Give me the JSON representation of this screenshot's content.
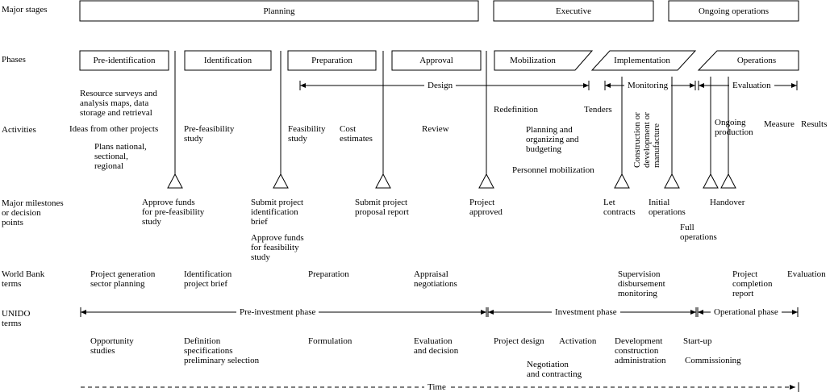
{
  "row_labels": {
    "major_stages": "Major stages",
    "phases": "Phases",
    "activities": "Activities",
    "milestones": "Major milestones\nor decision\npoints",
    "world_bank": "World Bank\nterms",
    "unido": "UNIDO\nterms"
  },
  "stages": {
    "planning": "Planning",
    "executive": "Executive",
    "ongoing": "Ongoing operations"
  },
  "phases": {
    "pre_identification": "Pre-identification",
    "identification": "Identification",
    "preparation": "Preparation",
    "approval": "Approval",
    "mobilization": "Mobilization",
    "implementation": "Implementation",
    "operations": "Operations"
  },
  "spans": {
    "design": "Design",
    "monitoring": "Monitoring",
    "evaluation": "Evaluation"
  },
  "activities": {
    "resource_surveys": "Resource surveys and\nanalysis maps, data\nstorage and retrieval",
    "ideas": "Ideas from other projects",
    "plans": "Plans national,\nsectional,\nregional",
    "prefeasibility": "Pre-feasibility\nstudy",
    "feasibility": "Feasibility\nstudy",
    "cost": "Cost\nestimates",
    "review": "Review",
    "redefinition": "Redefinition",
    "tenders": "Tenders",
    "planning_org": "Planning and\norganizing and\nbudgeting",
    "personnel": "Personnel mobilization",
    "construction": "Construction or\ndevelopment or\nmanufacture",
    "ongoing_production": "Ongoing\nproduction",
    "measure": "Measure",
    "results": "Results"
  },
  "milestones": {
    "approve_prefeas": "Approve funds\nfor pre-feasibility\nstudy",
    "submit_id": "Submit project\nidentification\nbrief",
    "approve_feas": "Approve funds\nfor feasibility\nstudy",
    "submit_proposal": "Submit project\nproposal report",
    "project_approved": "Project\napproved",
    "let_contracts": "Let\ncontracts",
    "initial_ops": "Initial\noperations",
    "full_ops": "Full\noperations",
    "handover": "Handover"
  },
  "world_bank": {
    "project_generation": "Project generation\nsector planning",
    "identification": "Identification\nproject brief",
    "preparation": "Preparation",
    "appraisal": "Appraisal\nnegotiations",
    "supervision": "Supervision\ndisbursement\nmonitoring",
    "completion": "Project\ncompletion\nreport",
    "evaluation": "Evaluation"
  },
  "unido_phases": {
    "pre_investment": "Pre-investment phase",
    "investment": "Investment phase",
    "operational": "Operational phase"
  },
  "unido_terms": {
    "opportunity": "Opportunity\nstudies",
    "definition": "Definition\nspecifications\npreliminary selection",
    "formulation": "Formulation",
    "evaluation_decision": "Evaluation\nand decision",
    "project_design": "Project design",
    "activation": "Activation",
    "negotiation": "Negotiation\nand contracting",
    "development": "Development\nconstruction\nadministration",
    "startup": "Start-up",
    "commissioning": "Commissioning"
  },
  "time_label": "Time"
}
